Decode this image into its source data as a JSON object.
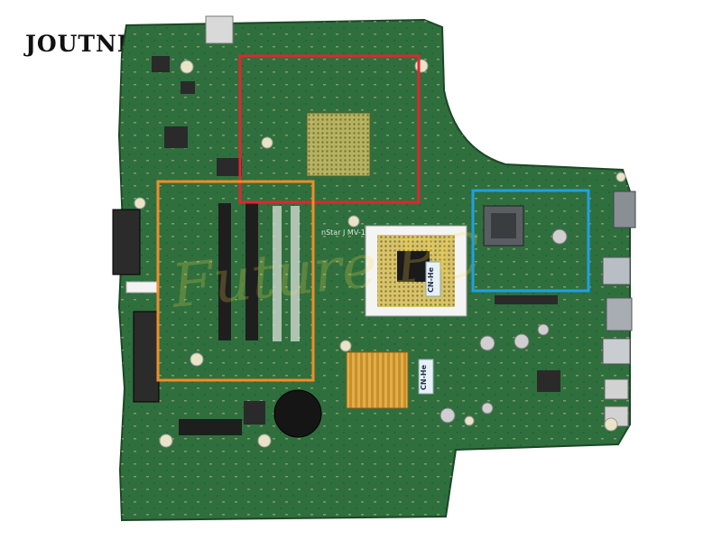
{
  "brand": {
    "name": "JOUTNDLN"
  },
  "board": {
    "color": "#2f6f3e",
    "silkscreen": "nStar J MV-1",
    "watermark": "Future PC",
    "chip_labels": [
      "CN-He",
      "CN-He"
    ]
  },
  "highlights": [
    {
      "label": "cpu-region",
      "color": "#e0262e"
    },
    {
      "label": "ram-slot-region",
      "color": "#f28c28"
    },
    {
      "label": "gpu-region",
      "color": "#1ea0e6"
    }
  ]
}
